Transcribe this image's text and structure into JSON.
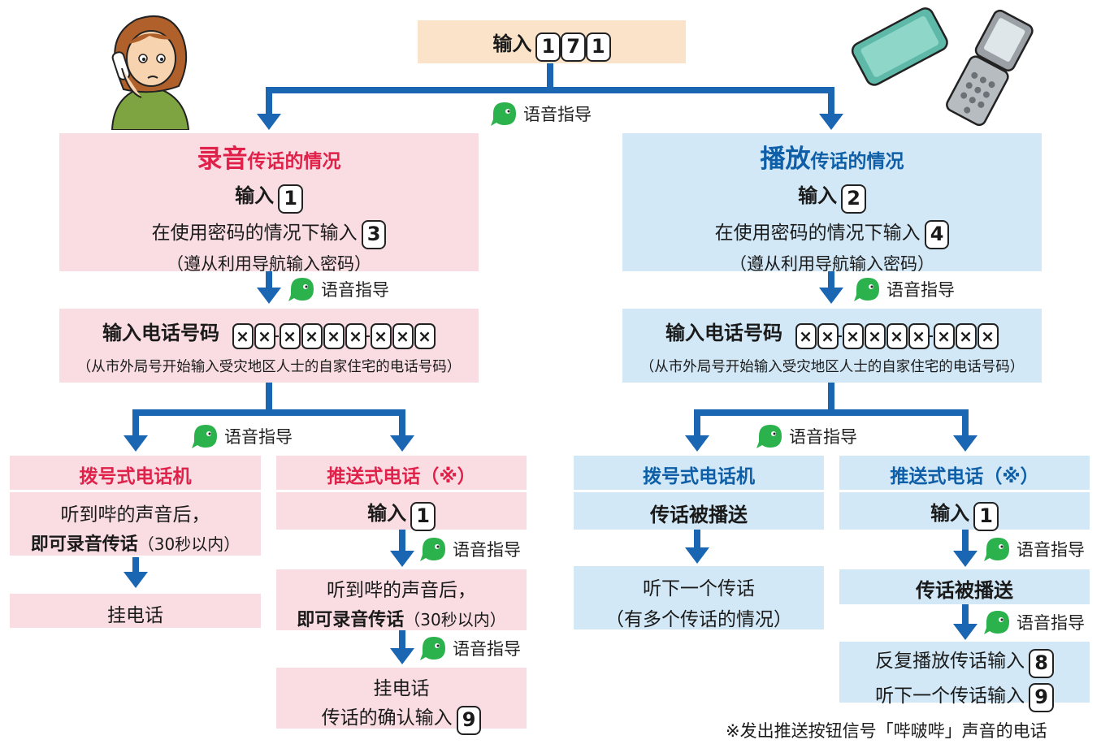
{
  "top": {
    "text": "输入",
    "keys": [
      "1",
      "7",
      "1"
    ]
  },
  "guide_label": "语音指导",
  "left": {
    "title_big": "录音",
    "title_rest": "传话的情况",
    "input_label": "输入",
    "input_key": "1",
    "pw_text": "在使用密码的情况下输入",
    "pw_key": "3",
    "pw_note": "（遵从利用导航输入密码）",
    "phone_label": "输入电话号码",
    "phone_note": "（从市外局号开始输入受灾地区人士的自家住宅的电话号码）",
    "rotary": {
      "title": "拨号式电话机",
      "line1": "听到哔的声音后，",
      "line2_bold": "即可录音传话",
      "line2_rest": "（30秒以内）",
      "end": "挂电话"
    },
    "push": {
      "title": "推送式电话（※）",
      "input_label": "输入",
      "input_key": "1",
      "line1": "听到哔的声音后，",
      "line2_bold": "即可录音传话",
      "line2_rest": "（30秒以内）",
      "end1": "挂电话",
      "end2": "传话的确认输入",
      "end_key": "9"
    }
  },
  "right": {
    "title_big": "播放",
    "title_rest": "传话的情况",
    "input_label": "输入",
    "input_key": "2",
    "pw_text": "在使用密码的情况下输入",
    "pw_key": "4",
    "pw_note": "（遵从利用导航输入密码）",
    "phone_label": "输入电话号码",
    "phone_note": "（从市外局号开始输入受灾地区人士的自家住宅的电话号码）",
    "rotary": {
      "title": "拨号式电话机",
      "played": "传话被播送",
      "next1": "听下一个传话",
      "next2": "（有多个传话的情况）"
    },
    "push": {
      "title": "推送式电话（※）",
      "input_label": "输入",
      "input_key": "1",
      "played": "传话被播送",
      "repeat": "反复播放传话输入",
      "repeat_key": "8",
      "next": "听下一个传话输入",
      "next_key": "9"
    }
  },
  "phone_mask": [
    "×",
    "×",
    "×",
    "×",
    "×",
    "×",
    "×",
    "×",
    "×",
    "×"
  ],
  "footnote": "※发出推送按钮信号「哔啵哔」声音的电话",
  "colors": {
    "pink": "#f9dde3",
    "blue": "#d2e8f6",
    "tan": "#fbe3c9",
    "arrow": "#1b66b2",
    "accent_red": "#e0224b",
    "accent_blue": "#0e5fa8"
  }
}
